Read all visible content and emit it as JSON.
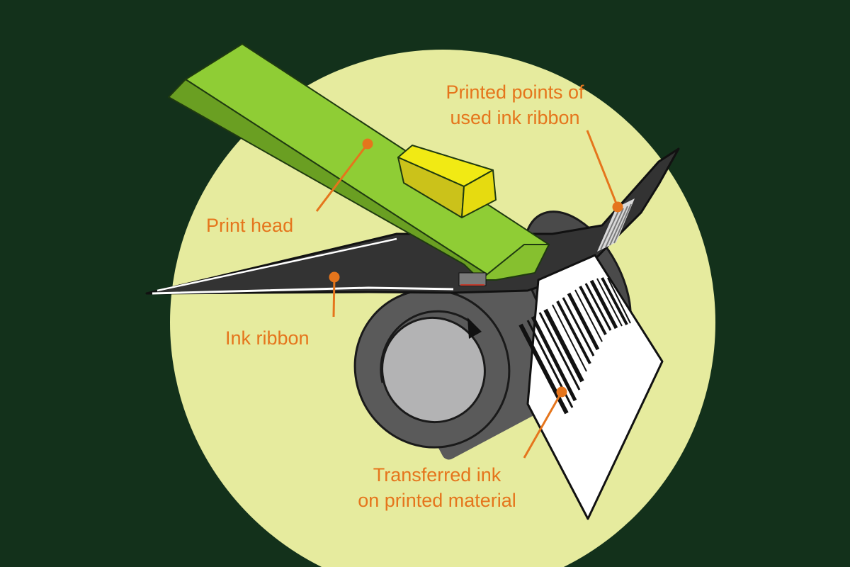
{
  "labels": {
    "printed_points": {
      "line1": "Printed points of",
      "line2": "used ink ribbon"
    },
    "print_head": "Print head",
    "ink_ribbon": "Ink ribbon",
    "transferred_ink": {
      "line1": "Transferred ink",
      "line2": "on printed material"
    }
  },
  "colors": {
    "background": "#13311b",
    "circle": "#e6eb9e",
    "print_head_top": "#8fcd35",
    "print_head_front": "#6a9f22",
    "print_element": "#f1ea14",
    "ink_ribbon": "#333333",
    "roller": "#5a5a5a",
    "roller_core": "#b3b3b4",
    "label_paper": "#ffffff",
    "callout": "#e5751c"
  }
}
